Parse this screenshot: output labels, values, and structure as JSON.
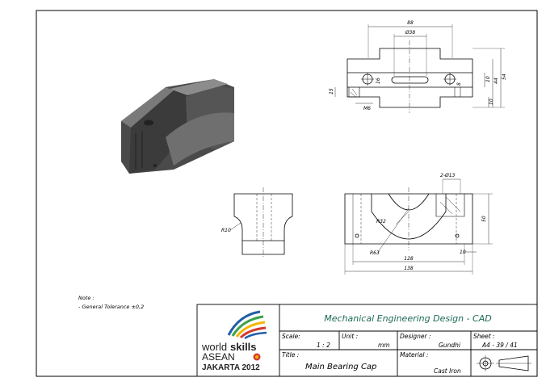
{
  "note": {
    "heading": "Note :",
    "line": "- General Tolerance ±0,2"
  },
  "logo": {
    "word1": "world",
    "word2": "skills",
    "word3": "ASEAN",
    "word4": "JAKARTA 2012"
  },
  "title_block": {
    "project": "Mechanical Engineering Design - CAD",
    "scale_label": "Scale:",
    "scale_value": "1 : 2",
    "unit_label": "Unit :",
    "unit_value": "mm",
    "designer_label": "Designer :",
    "designer_value": "Gundhi",
    "sheet_label": "Sheet :",
    "sheet_value": "A4 - 39 / 41",
    "title_label": "Title :",
    "title_value": "Main Bearing Cap",
    "material_label": "Material :",
    "material_value": "Cast Iron"
  },
  "dimensions": {
    "top_width": "88",
    "top_bore": "Ø38",
    "top_h1": "10",
    "top_h2": "44",
    "top_h3": "54",
    "top_bottom": "10",
    "left_15": "15",
    "thread": "M6",
    "small_a": "8",
    "small_b": "16",
    "side_radius": "R10",
    "front_holes": "2-Ø13",
    "front_height": "50",
    "front_r32": "R32",
    "front_r63": "R63",
    "front_128": "128",
    "front_138": "138",
    "front_10": "10"
  },
  "colors": {
    "title_green": "#1d6b57",
    "iso_dark": "#3a3a3a",
    "iso_mid": "#5e5e5e",
    "iso_light": "#8a8a8a",
    "logo_yellow": "#f2b705",
    "logo_blue": "#1f5fa8",
    "logo_red": "#d43a2f",
    "logo_green": "#3aa14a"
  }
}
